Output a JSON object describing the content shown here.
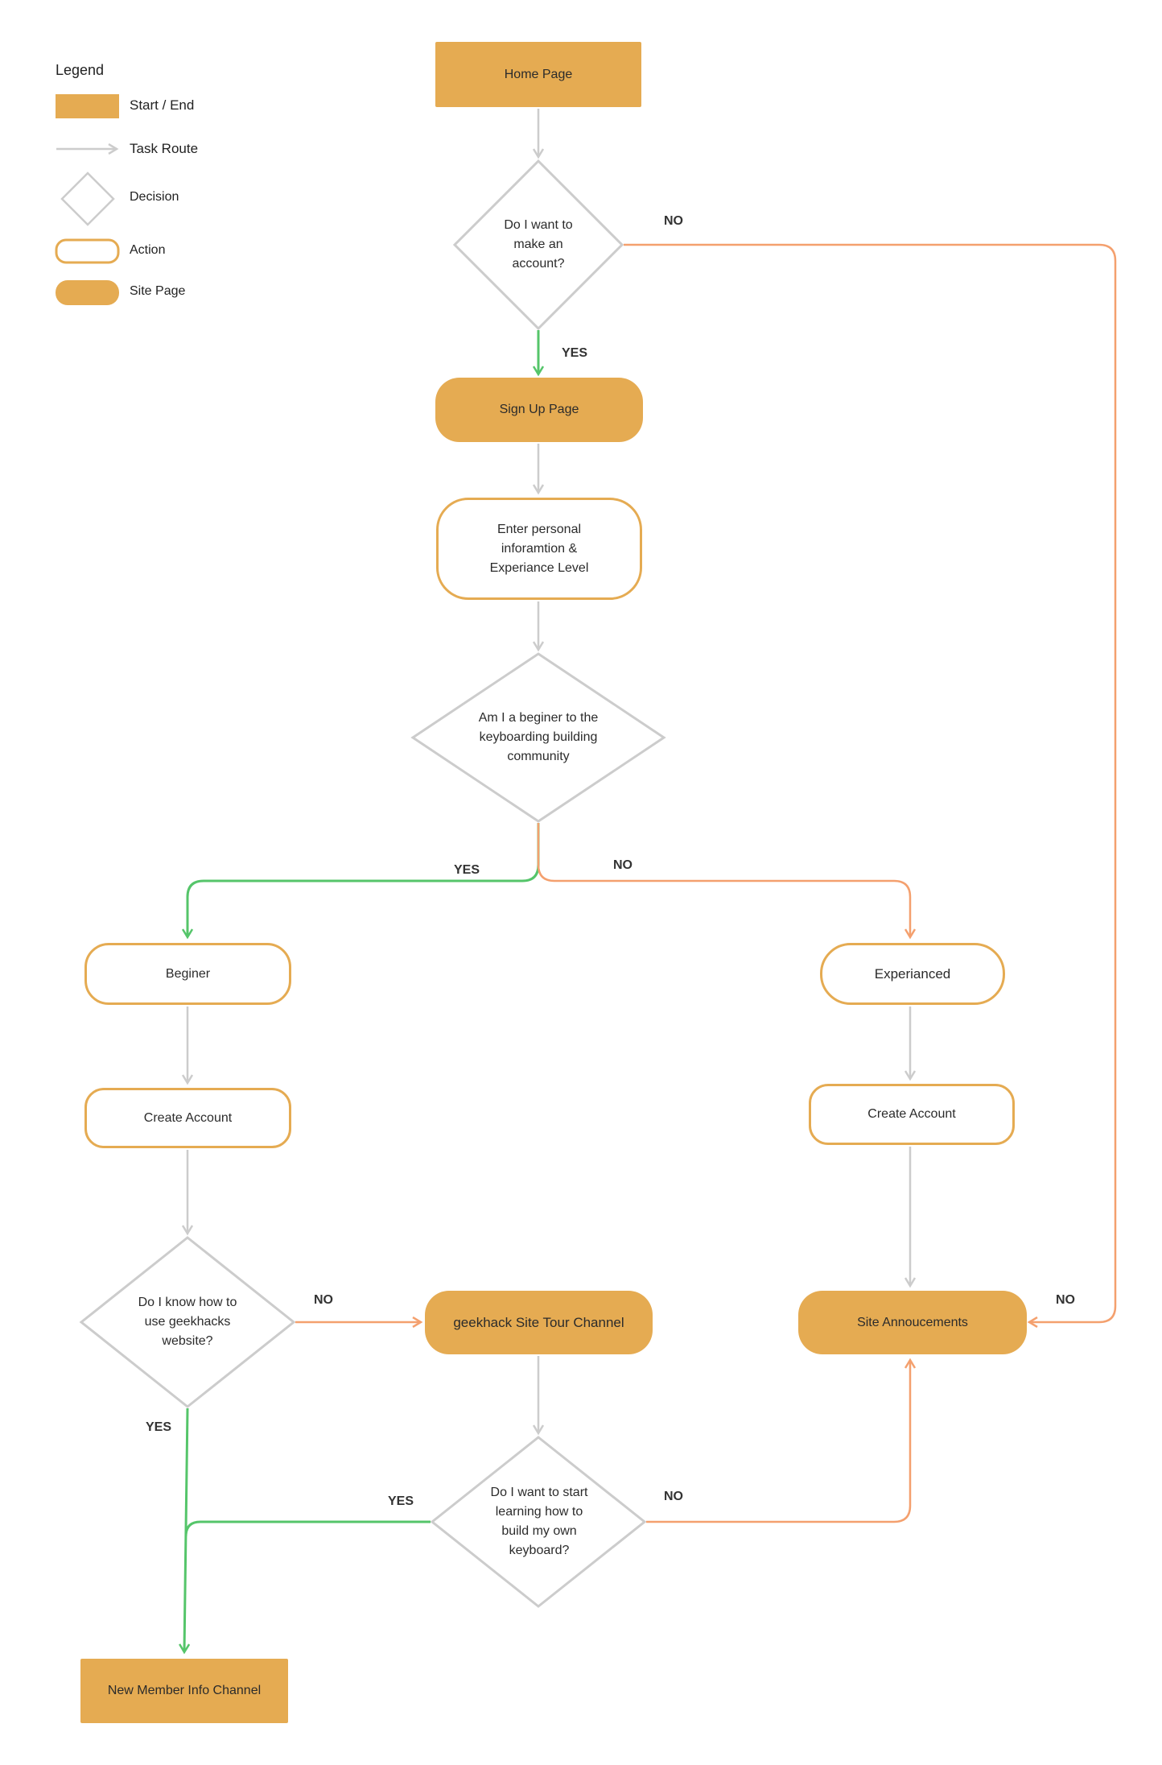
{
  "colors": {
    "fill": "#e5ab52",
    "task_route": "#cccccc",
    "yes": "#55c56a",
    "no": "#f4a06e",
    "decision_stroke": "#cccccc"
  },
  "legend": {
    "title": "Legend",
    "start_end": "Start / End",
    "task_route": "Task Route",
    "decision": "Decision",
    "action": "Action",
    "site_page": "Site Page"
  },
  "nodes": {
    "home_page": "Home Page",
    "sign_up_page": "Sign Up Page",
    "enter_info": "Enter personal inforamtion & Experiance Level",
    "beginner": "Beginer",
    "experienced": "Experianced",
    "create_account_left": "Create Account",
    "create_account_right": "Create Account",
    "site_tour": "geekhack Site Tour Channel",
    "site_announcements": "Site Annoucements",
    "new_member_info": "New Member Info Channel"
  },
  "decisions": {
    "make_account": "Do I want to make an account?",
    "beginner_q": "Am I a beginer to the keyboarding building community",
    "know_website": "Do I know how to use geekhacks website?",
    "build_keyboard": "Do I want to start learning how to build my own keyboard?"
  },
  "edge_labels": {
    "yes": "YES",
    "no": "NO"
  }
}
